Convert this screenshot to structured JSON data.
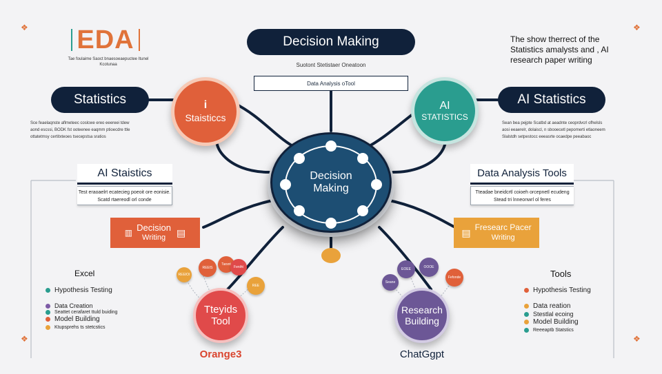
{
  "header": {
    "eda_title": "EDA",
    "eda_subtitle": "Tae foulaime Saoct bnaesoeaepuctee Itunel\nKcotunaa",
    "top_pill": "Decision Making",
    "top_caption": "Suotont Stetistaer Oneatoon",
    "top_box": "Data Analysis oTool",
    "right_note_1": "The show therrect of the",
    "right_note_2": "Statistics amalysts and , AI",
    "right_note_3": "research paper writing"
  },
  "left": {
    "statistics_pill": "Statistics",
    "statistics_desc": "Sce feaelaqnste aflmeteec coslcwe ereo eeereei tdew\naond escssi, BODK fst ooteenee eaqmm ptioecdre ttle\nottatetmsy certitxteoes tsecepstsa sratios",
    "ai_statistics_tab": "AI Staistics",
    "ai_statistics_desc_1": "Test eraoaelrt ecatecieg poeoit ore eonisie.",
    "ai_statistics_desc_2": "Scatd rtaereodl orl conde",
    "decision_writing_1": "Decision",
    "decision_writing_2": "Writing",
    "excel_label": "Excel",
    "list": [
      {
        "label": "Hypothesis Testing",
        "color": "#2a9d8f"
      },
      {
        "label": "Data Creation",
        "color": "#7d5ba6"
      },
      {
        "label": "Seattet cerafaret ttuld buiding",
        "color": "#2a9d8f"
      },
      {
        "label": "Model Building",
        "color": "#e0603a"
      },
      {
        "label": "Ktupsprehs ts stetcstics",
        "color": "#e9a23b"
      }
    ],
    "orange_circle_1": "Staisticcs",
    "tool_circle_1": "Tteyids",
    "tool_circle_2": "Tool",
    "bottom_label": "Orange3",
    "bubbles": [
      "REEIOI",
      "REEIS",
      "Tarsnt",
      "Feniht",
      "REE"
    ]
  },
  "center": {
    "hub_1": "Decision",
    "hub_2": "Making"
  },
  "right": {
    "ai_statistics_pill": "AI Statistics",
    "ai_statistics_desc": "Sean bea pejpte Scatbd at aeadnte ceoprdvcrl ofhelsls\naosi eeaerelr, dolaiscl, n sbooecetl pepomerti etlaoneem\nSlalstdh setpestocc eeeasrte ocaedpe peeabaoc",
    "teal_circle_1": "AI",
    "teal_circle_2": "STATISTICS",
    "data_tools_tab": "Data Analysis Tools",
    "data_tools_desc_1": "Tteadae bneidcrtl coioeh orcepnetl ecudeng",
    "data_tools_desc_2": "Stead tri lnneonwrl ol feres",
    "research_box_1": "Fresearc Pacer",
    "research_box_2": "Writing",
    "tools_label": "Tools",
    "list": [
      {
        "label": "Hypothesis Testing",
        "color": "#e0603a"
      },
      {
        "label": "Data reation",
        "color": "#e9a23b"
      },
      {
        "label": "Stestlal ecoing",
        "color": "#2a9d8f"
      },
      {
        "label": "Model Building",
        "color": "#e9a23b"
      },
      {
        "label": "Reeeaptb Statstics",
        "color": "#2a9d8f"
      }
    ],
    "purple_circle_1": "Research",
    "purple_circle_2": "Building",
    "bottom_label": "ChatGgpt",
    "bubbles": [
      "EOEE",
      "OOOE",
      "Seane",
      "Fefonde"
    ]
  },
  "colors": {
    "navy": "#10213a",
    "hub": "#1d4e73",
    "orange": "#e0603a",
    "teal": "#2a9d8f",
    "amber": "#e9a23b",
    "red": "#e04a4a",
    "purple": "#6c5796"
  }
}
